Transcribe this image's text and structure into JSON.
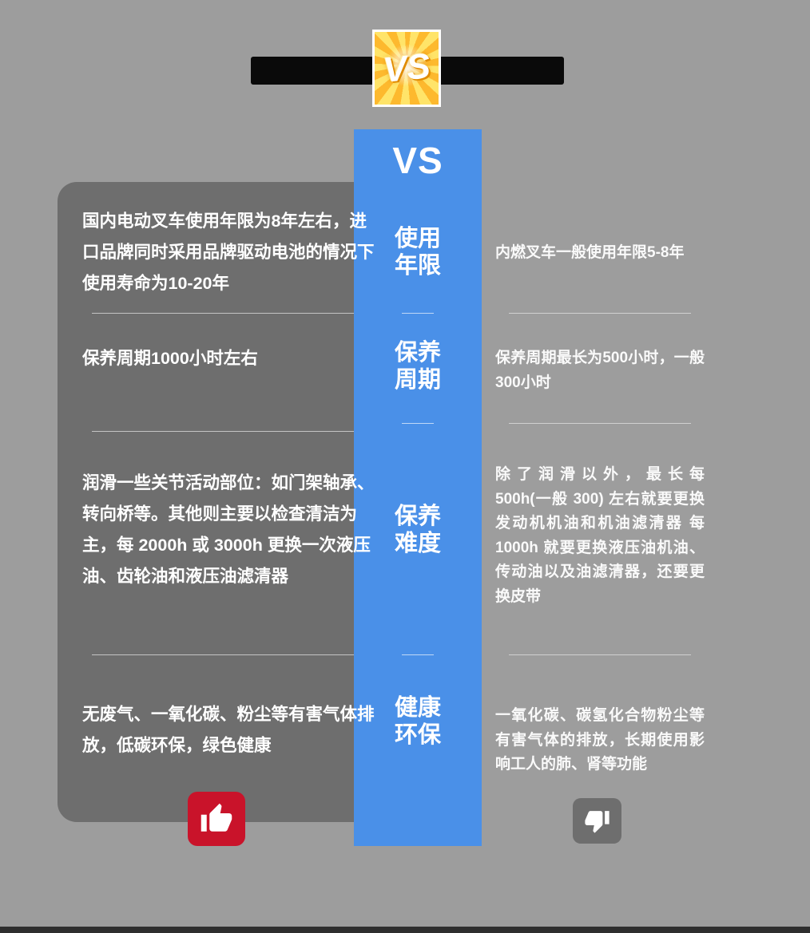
{
  "page": {
    "background_color": "#9d9d9d",
    "bottom_strip_color": "#2e2e2e"
  },
  "header": {
    "banner_color": "#0a0a0a",
    "badge": {
      "label": "VS",
      "gold_light": "#ffe469",
      "gold_dark": "#fdb92e"
    }
  },
  "vs_column": {
    "color": "#4a90e8",
    "vs_label": "VS",
    "categories": [
      {
        "lines": [
          "使用",
          "年限"
        ]
      },
      {
        "lines": [
          "保养",
          "周期"
        ]
      },
      {
        "lines": [
          "保养",
          "难度"
        ]
      },
      {
        "lines": [
          "健康",
          "环保"
        ]
      }
    ]
  },
  "electric": {
    "panel_color": "#6e6e6e",
    "rows": [
      "国内电动叉车使用年限为8年左右，进口品牌同时采用品牌驱动电池的情况下使用寿命为10-20年",
      "保养周期1000小时左右",
      "润滑一些关节活动部位：如门架轴承、转向桥等。其他则主要以检查清洁为主，每 2000h 或 3000h 更换一次液压油、齿轮油和液压油滤清器",
      "无废气、一氧化碳、粉尘等有害气体排放，低碳环保，绿色健康"
    ],
    "verdict": {
      "icon": "thumbs-up",
      "color": "#c9132a"
    }
  },
  "combustion": {
    "rows": [
      "内燃叉车一般使用年限5-8年",
      "保养周期最长为500小时，一般300小时",
      "除了润滑以外，最长每 500h(一般 300) 左右就要更换发动机机油和机油滤清器 每 1000h 就要更换液压油机油、传动油以及油滤清器，还要更换皮带",
      "一氧化碳、碳氢化合物粉尘等有害气体的排放，长期使用影响工人的肺、肾等功能"
    ],
    "verdict": {
      "icon": "thumbs-down",
      "color": "#6e6e6e"
    }
  }
}
